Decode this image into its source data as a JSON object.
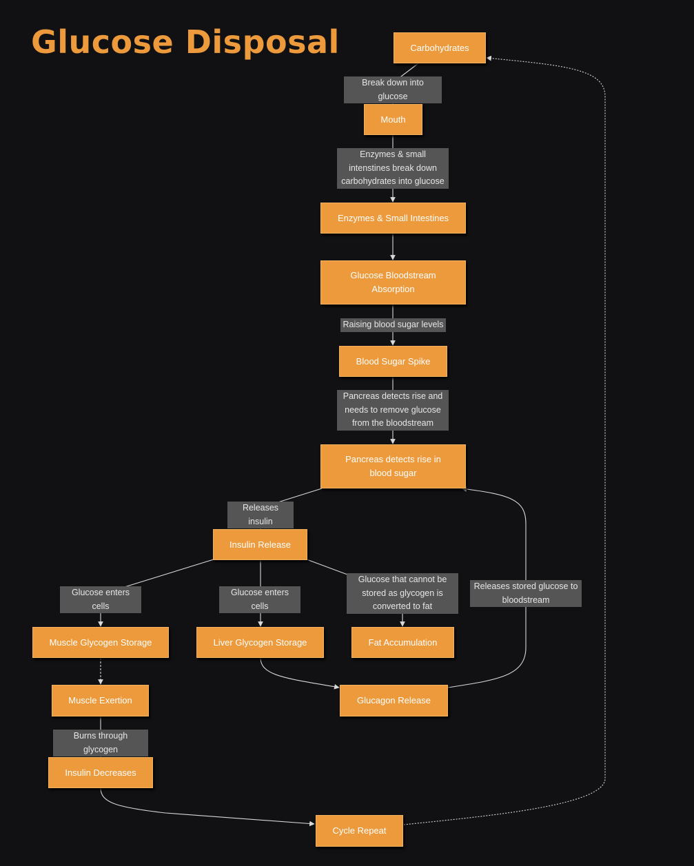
{
  "title": "Glucose Disposal",
  "colors": {
    "background": "#111113",
    "node_fill": "#ec9a3c",
    "edge_label_fill": "#555555",
    "edge_line": "#d9d9d9",
    "title": "#ec9a3c"
  },
  "nodes": {
    "carbohydrates": "Carbohydrates",
    "mouth": "Mouth",
    "enzymes": "Enzymes & Small Intestines",
    "absorption": "Glucose Bloodstream\nAbsorption",
    "spike": "Blood Sugar Spike",
    "pancreas": "Pancreas detects rise in\nblood sugar",
    "insulin_release": "Insulin Release",
    "muscle_storage": "Muscle Glycogen Storage",
    "liver_storage": "Liver Glycogen Storage",
    "fat": "Fat Accumulation",
    "muscle_exertion": "Muscle Exertion",
    "glucagon": "Glucagon Release",
    "insulin_decreases": "Insulin Decreases",
    "cycle_repeat": "Cycle Repeat"
  },
  "edge_labels": {
    "break_down": "Break down into glucose",
    "enzymes_break": "Enzymes & small\nintenstines break down\ncarbohydrates into glucose",
    "raising": "Raising blood sugar levels",
    "pancreas_detects": "Pancreas detects rise and\nneeds to remove glucose\nfrom the bloodstream",
    "releases_insulin": "Releases insulin",
    "enters_muscle": "Glucose enters cells",
    "enters_liver": "Glucose enters cells",
    "converted_fat": "Glucose that cannot be\nstored as glycogen is\nconverted to fat",
    "releases_stored": "Releases stored glucose to\nbloodstream",
    "burns": "Burns through glycogen"
  }
}
